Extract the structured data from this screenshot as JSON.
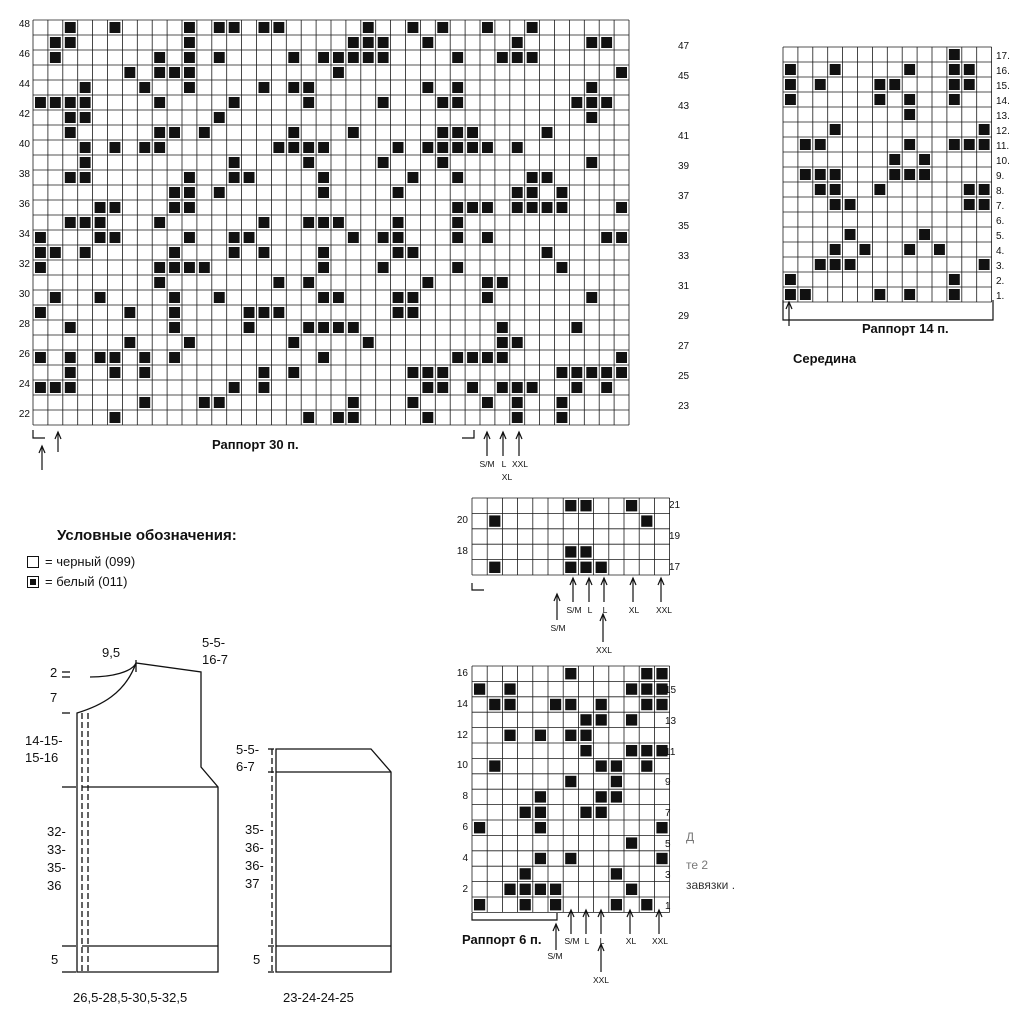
{
  "legend": {
    "title": "Условные обозначения:",
    "items": [
      {
        "swatch": "white",
        "text": "= черный (099)"
      },
      {
        "swatch": "black",
        "text": "= белый (011)"
      }
    ]
  },
  "charts": {
    "main": {
      "repeat_label": "Раппорт 30 п.",
      "left_row_numbers": [
        "48",
        "46",
        "44",
        "42",
        "40",
        "38",
        "36",
        "34",
        "32",
        "30",
        "28",
        "26",
        "24",
        "22"
      ],
      "right_row_numbers": [
        "47",
        "45",
        "43",
        "41",
        "39",
        "37",
        "35",
        "33",
        "31",
        "29",
        "27",
        "25",
        "23"
      ],
      "sizes": [
        "S/M",
        "L",
        "XL",
        "XXL"
      ]
    },
    "side": {
      "repeat_label": "Раппорт 14 п.",
      "middle_label": "Середина",
      "row_numbers": [
        "17.",
        "16.",
        "15.",
        "14.",
        "13.",
        "12.",
        "11.",
        "10.",
        "9.",
        "8.",
        "7.",
        "6.",
        "5.",
        "4.",
        "3.",
        "2.",
        "1."
      ]
    },
    "small": {
      "left_row_numbers": [
        "20",
        "18"
      ],
      "right_row_numbers": [
        "21",
        "19",
        "17"
      ],
      "sizes": [
        "S/M",
        "S/M",
        "L",
        "L",
        "XL",
        "XXL",
        "XXL"
      ]
    },
    "bottom": {
      "repeat_label": "Раппорт 6 п.",
      "left_row_numbers": [
        "16",
        "14",
        "12",
        "10",
        "8",
        "6",
        "4",
        "2"
      ],
      "right_row_numbers": [
        "15",
        "13",
        "11",
        "9",
        "7",
        "5",
        "3",
        "1"
      ],
      "sizes": [
        "S/M",
        "S/M",
        "L",
        "L",
        "XL",
        "XXL",
        "XXL"
      ],
      "side_text": [
        "Д",
        "те 2",
        "завязки ."
      ]
    }
  },
  "schematic": {
    "body": {
      "top_width": "9,5",
      "top_right": [
        "5-5-",
        "16-7"
      ],
      "neck_depth_1": "2",
      "neck_depth_2": "7",
      "armhole": [
        "14-15-",
        "15-16"
      ],
      "body_length": [
        "32-",
        "33-",
        "35-",
        "36"
      ],
      "rib": "5",
      "bottom_width": "26,5-28,5-30,5-32,5"
    },
    "sleeve": {
      "top": [
        "5-5-",
        "6-7"
      ],
      "length": [
        "35-",
        "36-",
        "36-",
        "37"
      ],
      "rib": "5",
      "bottom_width": "23-24-24-25"
    }
  }
}
